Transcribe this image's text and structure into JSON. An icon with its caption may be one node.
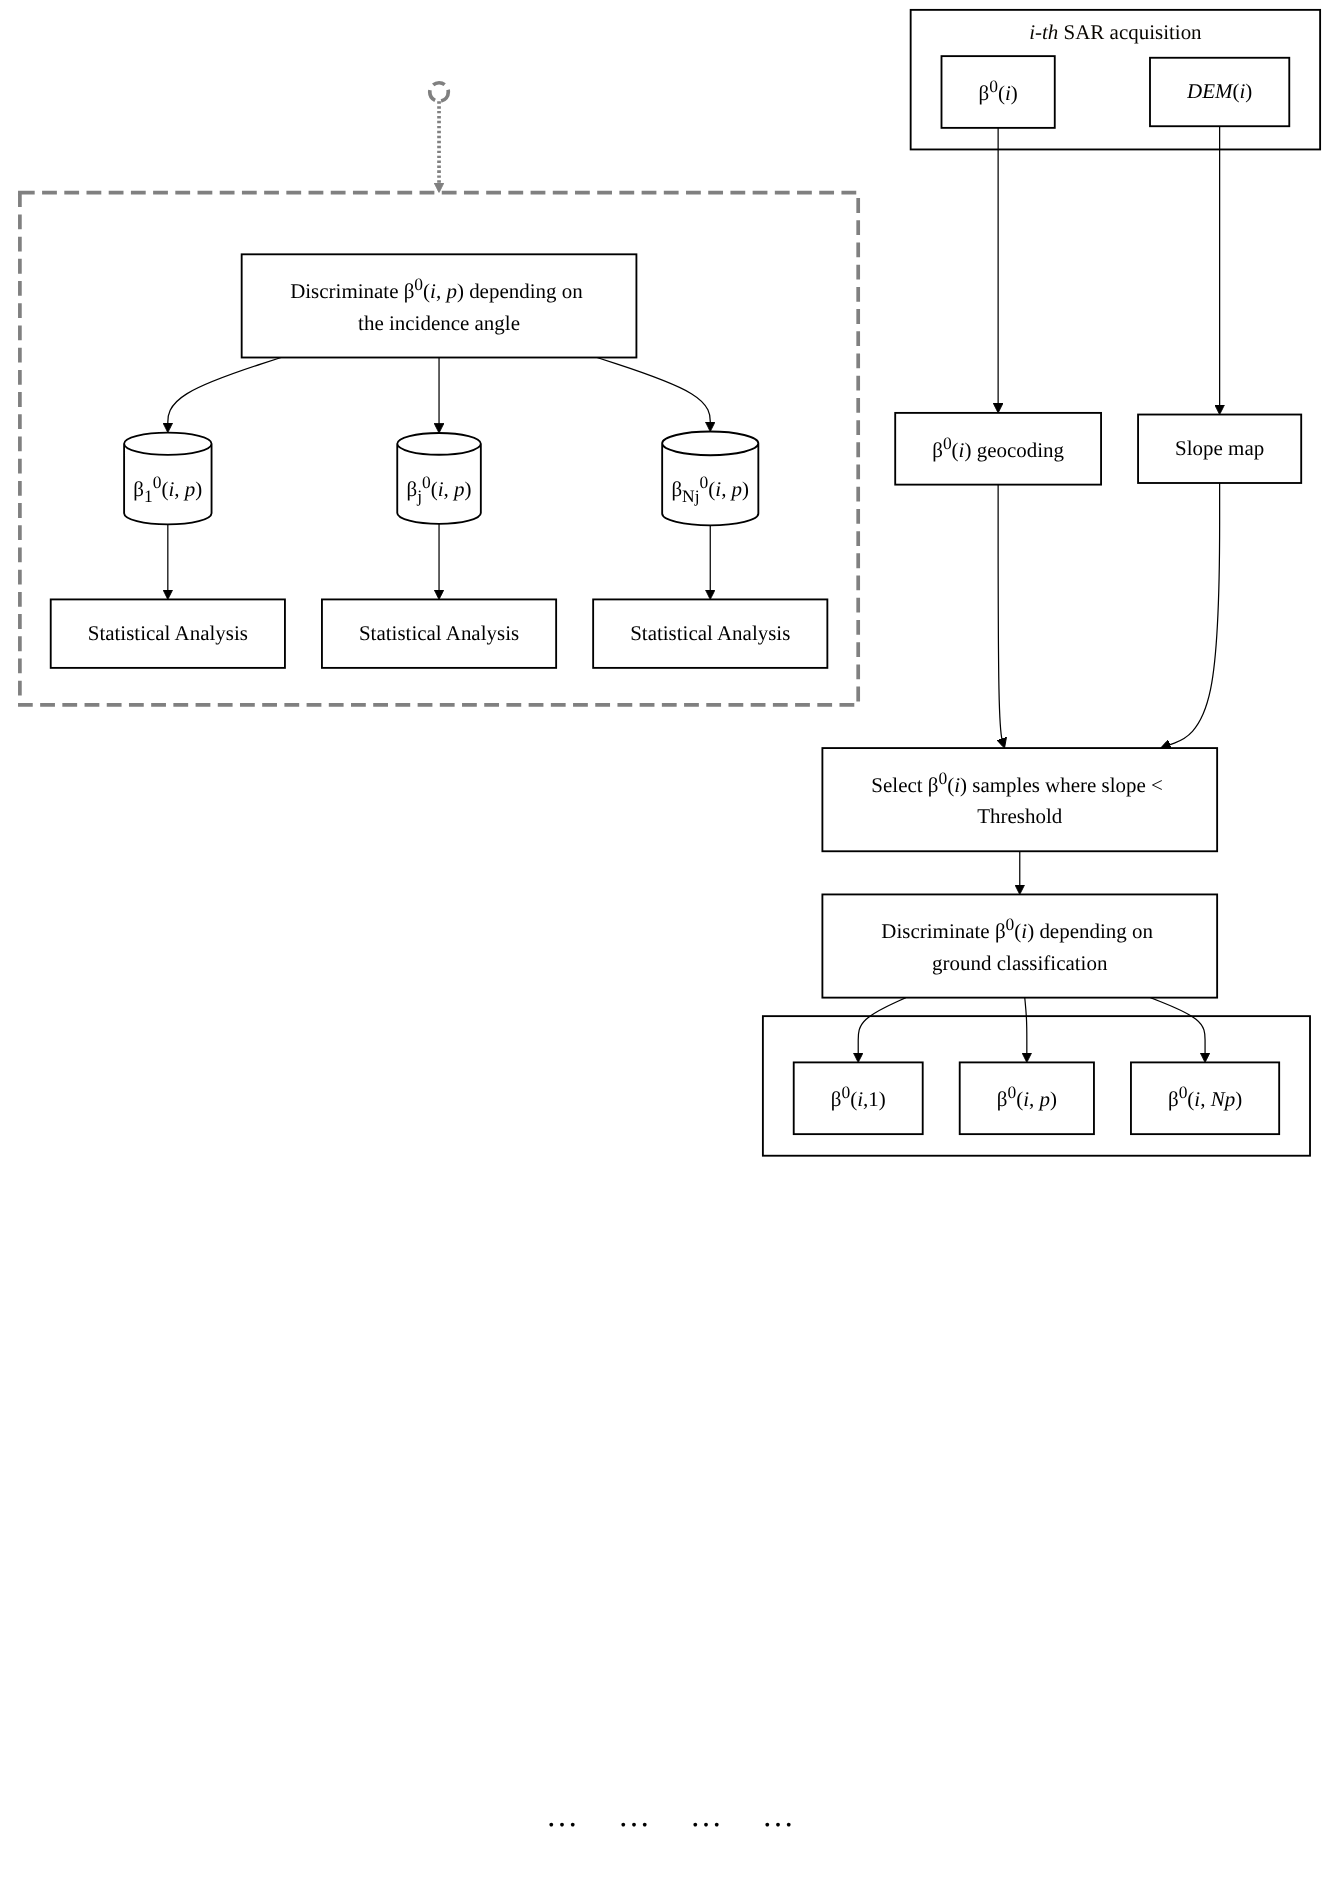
{
  "diagram": {
    "nodes": [
      {
        "text": [
          "*i-th* SAR acquisition"
        ]
      },
      {
        "text": [
          "β$^{0}$(*i*)"
        ],
        "in": 0
      },
      {
        "text": [
          "*DEM*(*i*)"
        ],
        "in": 0
      },
      {
        "text": [
          "β$^{0}$(*i*) geocoding"
        ]
      },
      {
        "text": [
          "Select β$^{0}$(*i*) samples where slope < Threshold"
        ]
      },
      {
        "text": [
          "Slope map"
        ]
      },
      {
        "text": [
          "Discriminate β$^{0}$(*i*) depending on ground classification"
        ]
      },
      {
        "text": [],
        "shape": "box"
      },
      {
        "text": [
          "β$^{0}$(*i*,1)"
        ],
        "in": 7
      },
      {
        "text": [
          "β$^{0}$(*i*, *p*)"
        ],
        "in": 7
      },
      {
        "text": [
          "β$^{0}$(*i*, *Np*)"
        ],
        "in": 7
      },
      {
        "text": [],
        "shape": "ellipse"
      },
      {
        "text": [],
        "shape": "box"
      },
      {
        "text": [
          "Discriminate β$^{0}$(*i*, *p*) depending on the incidence angle"
        ],
        "in": 12
      },
      {
        "text": [
          "β$_{1}$$^{0}$(*i*, *p*)"
        ],
        "in": 12
      },
      {
        "text": [
          "β$_{j}$$^{0}$(*i*, *p*)"
        ],
        "in": 12
      },
      {
        "text": [
          "β$_{Nj}$$^{0}$(*i*, *p*)"
        ],
        "in": 12
      },
      {
        "text": [
          "Statistical Analysis"
        ],
        "in": 12
      },
      {
        "text": [
          "Statistical Analysis"
        ],
        "in": 12
      },
      {
        "text": [
          "Statistical Analysis"
        ],
        "in": 12
      }
    ],
    "edges": [
      {
        "from": 1,
        "to": 3,
        "arrow": "to"
      },
      {
        "from": 2,
        "to": 5,
        "arrow": "to"
      },
      {
        "from": 3,
        "to": 4,
        "arrow": "to"
      },
      {
        "from": 5,
        "to": 4,
        "arrow": "to"
      },
      {
        "from": 4,
        "to": 6,
        "arrow": "to"
      },
      {
        "from": 6,
        "to": 8,
        "arrow": "to"
      },
      {
        "from": 6,
        "to": 9,
        "arrow": "to"
      },
      {
        "from": 6,
        "to": 10,
        "arrow": "to"
      },
      {
        "from": 11,
        "to": 12,
        "arrow": "to",
        "style": "dashed",
        "color": "#808080"
      },
      {
        "from": 13,
        "to": 14,
        "arrow": "to"
      },
      {
        "from": 13,
        "to": 15,
        "arrow": "to"
      },
      {
        "from": 13,
        "to": 16,
        "arrow": "to"
      },
      {
        "from": 14,
        "to": 17,
        "arrow": "to"
      },
      {
        "from": 15,
        "to": 18,
        "arrow": "to"
      },
      {
        "from": 16,
        "to": 19,
        "arrow": "to"
      }
    ],
    "labels": [
      "…",
      "…",
      "…",
      "…"
    ]
  }
}
